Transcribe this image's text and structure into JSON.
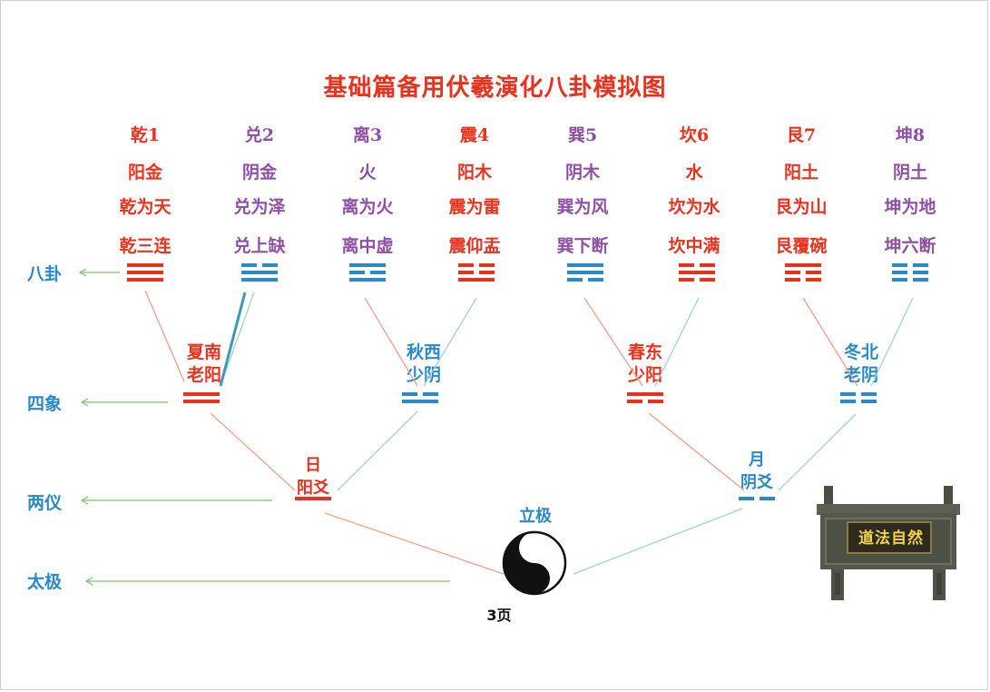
{
  "title": "基础篇备用伏羲演化八卦模拟图",
  "trigrams": [
    {
      "name": "乾1",
      "element": "阳金",
      "nature": "乾为天",
      "mnemonic": "乾三连",
      "lines": [
        1,
        1,
        1
      ],
      "color": "red"
    },
    {
      "name": "兑2",
      "element": "阴金",
      "nature": "兑为泽",
      "mnemonic": "兑上缺",
      "lines": [
        0,
        1,
        1
      ],
      "color": "purple"
    },
    {
      "name": "离3",
      "element": "火",
      "nature": "离为火",
      "mnemonic": "离中虚",
      "lines": [
        1,
        0,
        1
      ],
      "color": "purple"
    },
    {
      "name": "震4",
      "element": "阳木",
      "nature": "震为雷",
      "mnemonic": "震仰盂",
      "lines": [
        0,
        0,
        1
      ],
      "color": "red"
    },
    {
      "name": "巽5",
      "element": "阴木",
      "nature": "巽为风",
      "mnemonic": "巽下断",
      "lines": [
        1,
        1,
        0
      ],
      "color": "purple"
    },
    {
      "name": "坎6",
      "element": "水",
      "nature": "坎为水",
      "mnemonic": "坎中满",
      "lines": [
        0,
        1,
        0
      ],
      "color": "red"
    },
    {
      "name": "艮7",
      "element": "阳土",
      "nature": "艮为山",
      "mnemonic": "艮覆碗",
      "lines": [
        1,
        0,
        0
      ],
      "color": "red"
    },
    {
      "name": "坤8",
      "element": "阴土",
      "nature": "坤为地",
      "mnemonic": "坤六断",
      "lines": [
        0,
        0,
        0
      ],
      "color": "purple"
    }
  ],
  "four_images": [
    {
      "line1": "夏南",
      "line2": "老阳",
      "lines": [
        1,
        1
      ],
      "color": "red"
    },
    {
      "line1": "秋西",
      "line2": "少阴",
      "lines": [
        0,
        1
      ],
      "color": "blue"
    },
    {
      "line1": "春东",
      "line2": "少阳",
      "lines": [
        1,
        0
      ],
      "color": "red"
    },
    {
      "line1": "冬北",
      "line2": "老阴",
      "lines": [
        0,
        0
      ],
      "color": "blue"
    }
  ],
  "two_modes": [
    {
      "line1": "日",
      "line2": "阳爻",
      "lines": [
        1
      ],
      "color": "red"
    },
    {
      "line1": "月",
      "line2": "阴爻",
      "lines": [
        0
      ],
      "color": "blue"
    }
  ],
  "taiji": {
    "label": "立极"
  },
  "side_labels": {
    "bagua": "八卦",
    "sixiang": "四象",
    "liangyi": "两仪",
    "taiji": "太极"
  },
  "page_number": "3页",
  "plaque_text": "道法自然",
  "colors": {
    "red": "#e8321e",
    "blue": "#2b89c8",
    "purple": "#8e4fa6",
    "arrow_green": "#7cc46a",
    "line_red": "#f0a08a",
    "line_green": "#9fd6c5"
  }
}
